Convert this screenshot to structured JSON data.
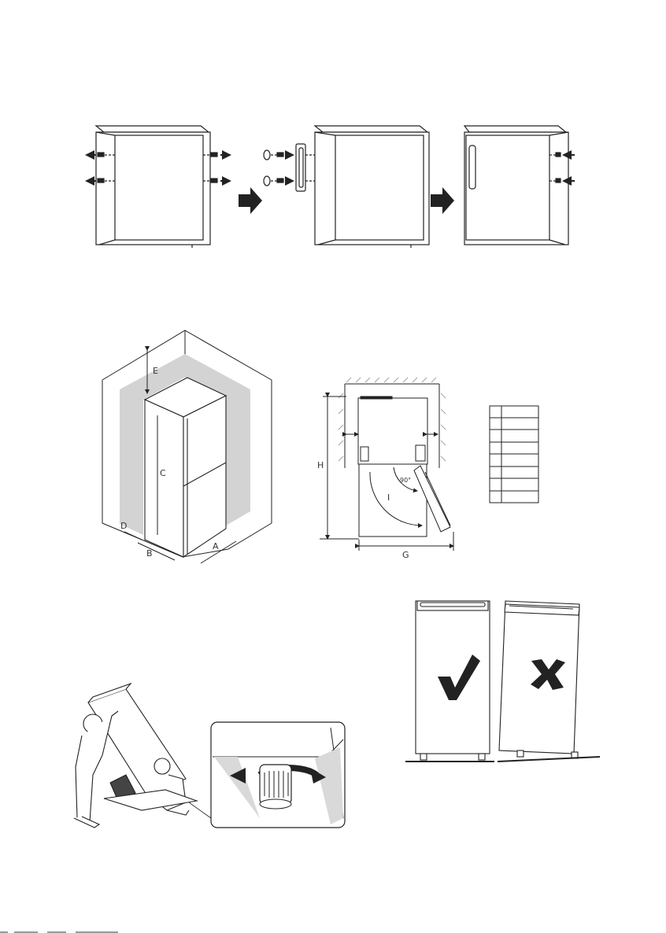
{
  "section_door_reversal": {
    "steps": [
      "step-1-remove-screws",
      "step-2-handle-transfer",
      "step-3-refit-screws"
    ]
  },
  "section_clearance": {
    "labels": {
      "A": "A",
      "B": "B",
      "C": "C",
      "D": "D",
      "E": "E"
    }
  },
  "section_door_swing": {
    "labels": {
      "H": "H",
      "G": "G",
      "I": "I",
      "angle": "90°"
    },
    "table_rows": 8
  },
  "section_levelling": {
    "correct_icon": "check-icon",
    "incorrect_icon": "cross-icon"
  }
}
